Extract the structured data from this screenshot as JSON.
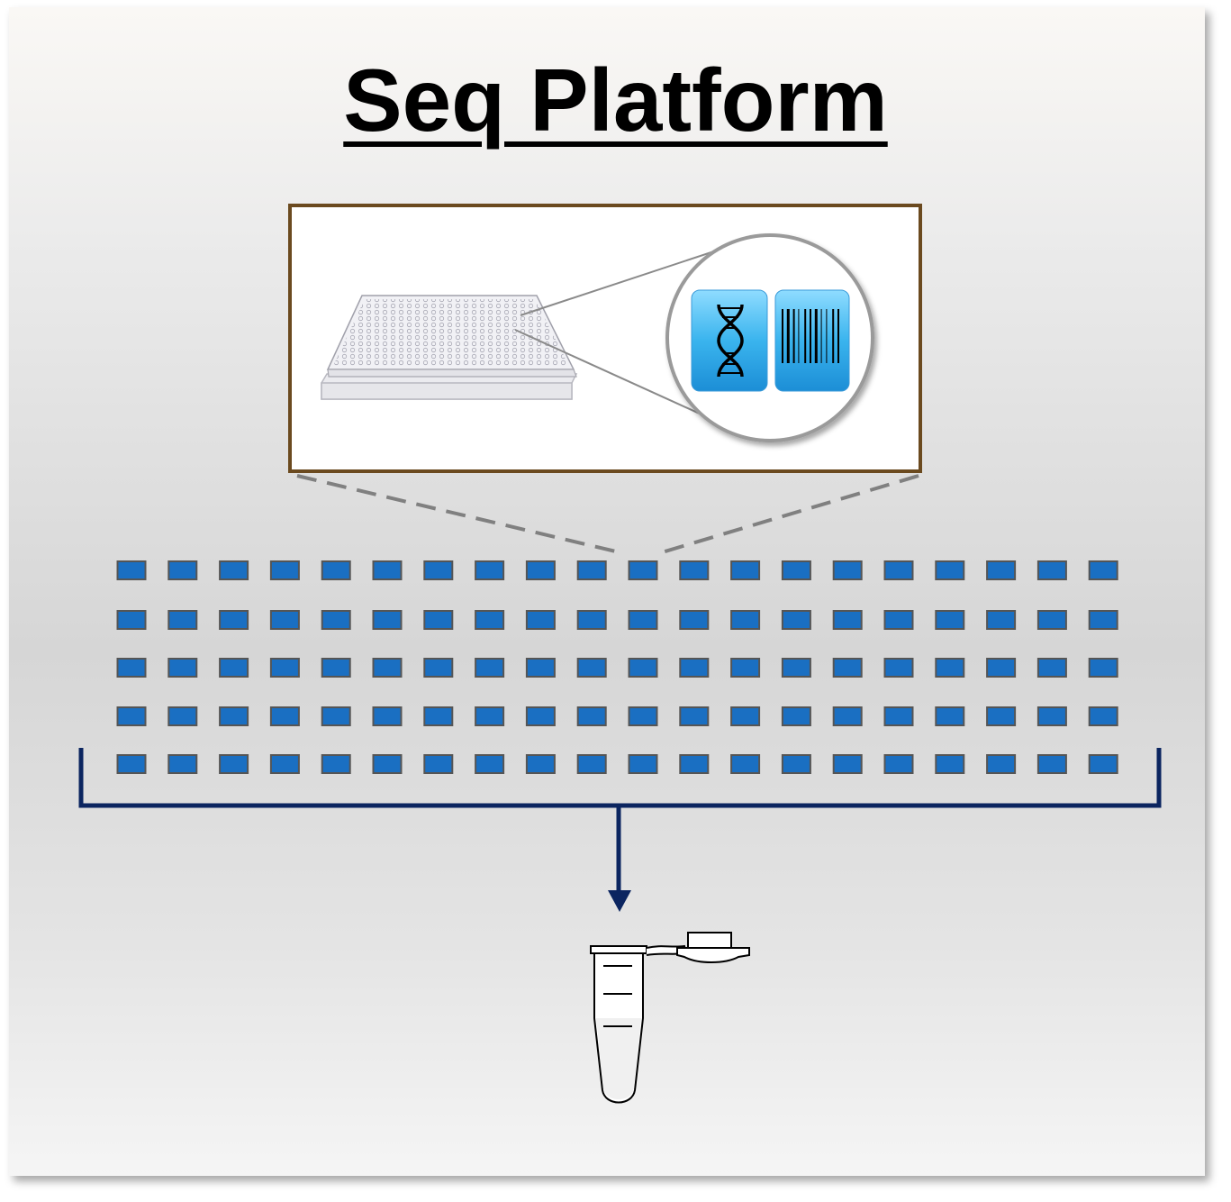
{
  "title": "Seq Platform",
  "grid": {
    "rows": 5,
    "cols": 20
  },
  "colors": {
    "well": "#1a6fc2",
    "well_border": "#555555",
    "frame_border": "#6b4a1f",
    "bracket": "#0b2560",
    "dashed_line": "#808080"
  },
  "icons": [
    "microplate-icon",
    "magnifier-circle",
    "dna-icon",
    "barcode-icon",
    "arrow-down-icon",
    "microcentrifuge-tube-icon"
  ]
}
